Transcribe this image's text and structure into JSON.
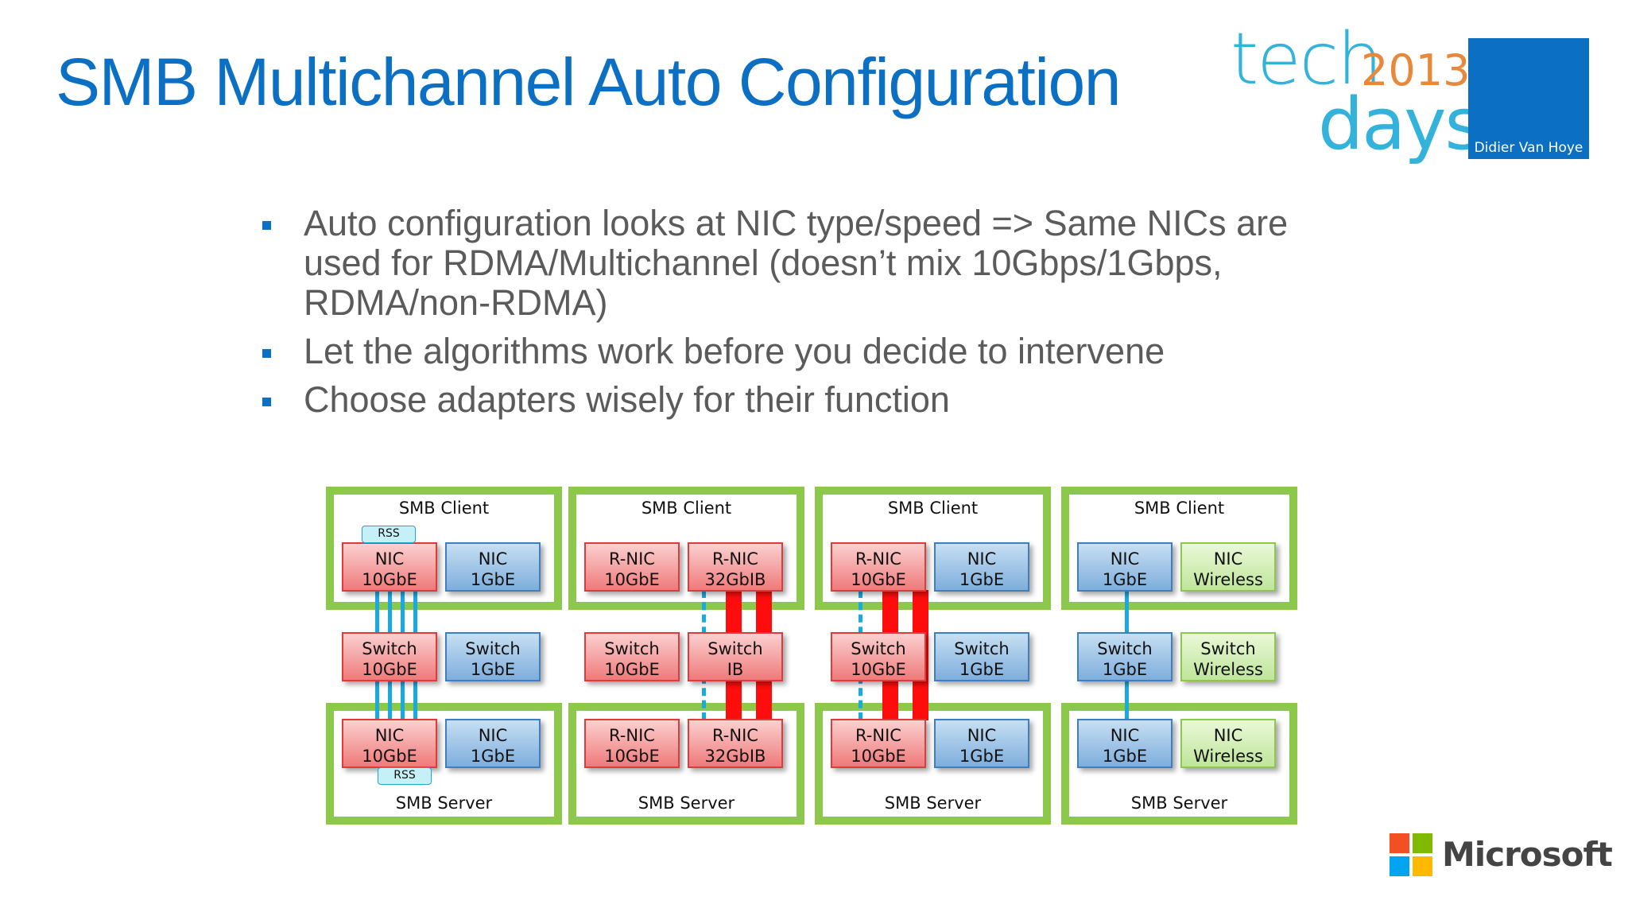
{
  "slide": {
    "title": "SMB Multichannel Auto Configuration",
    "bullets": [
      "Auto configuration looks at NIC type/speed => Same NICs are used for RDMA/Multichannel (doesn’t mix 10Gbps/1Gbps, RDMA/non-RDMA)",
      "Let the algorithms work before you decide to intervene",
      "Choose adapters wisely for their function"
    ]
  },
  "logo": {
    "tech": "tech",
    "days": "days",
    "year": "2013",
    "author": "Didier Van Hoye"
  },
  "diagram": {
    "client_label": "SMB Client",
    "server_label": "SMB Server",
    "rss_label": "RSS",
    "panels": [
      {
        "client": {
          "left": [
            "NIC",
            "10GbE"
          ],
          "right": [
            "NIC",
            "1GbE"
          ]
        },
        "switch": {
          "left": [
            "Switch",
            "10GbE"
          ],
          "right": [
            "Switch",
            "1GbE"
          ]
        },
        "server": {
          "left": [
            "NIC",
            "10GbE"
          ],
          "right": [
            "NIC",
            "1GbE"
          ]
        }
      },
      {
        "client": {
          "left": [
            "R-NIC",
            "10GbE"
          ],
          "right": [
            "R-NIC",
            "32GbIB"
          ]
        },
        "switch": {
          "left": [
            "Switch",
            "10GbE"
          ],
          "right": [
            "Switch",
            "IB"
          ]
        },
        "server": {
          "left": [
            "R-NIC",
            "10GbE"
          ],
          "right": [
            "R-NIC",
            "32GbIB"
          ]
        }
      },
      {
        "client": {
          "left": [
            "R-NIC",
            "10GbE"
          ],
          "right": [
            "NIC",
            "1GbE"
          ]
        },
        "switch": {
          "left": [
            "Switch",
            "10GbE"
          ],
          "right": [
            "Switch",
            "1GbE"
          ]
        },
        "server": {
          "left": [
            "R-NIC",
            "10GbE"
          ],
          "right": [
            "NIC",
            "1GbE"
          ]
        }
      },
      {
        "client": {
          "left": [
            "NIC",
            "1GbE"
          ],
          "right": [
            "NIC",
            "Wireless"
          ]
        },
        "switch": {
          "left": [
            "Switch",
            "1GbE"
          ],
          "right": [
            "Switch",
            "Wireless"
          ]
        },
        "server": {
          "left": [
            "NIC",
            "1GbE"
          ],
          "right": [
            "NIC",
            "Wireless"
          ]
        }
      }
    ]
  },
  "footer": {
    "brand": "Microsoft"
  },
  "colors": {
    "title": "#0b6fc4",
    "frame_green": "#8cc94a",
    "link_blue": "#1aa9e0",
    "rdma_red": "#ff0d0d",
    "ms_red": "#f25022",
    "ms_green": "#7fba00",
    "ms_blue": "#00a4ef",
    "ms_yellow": "#ffb900"
  }
}
